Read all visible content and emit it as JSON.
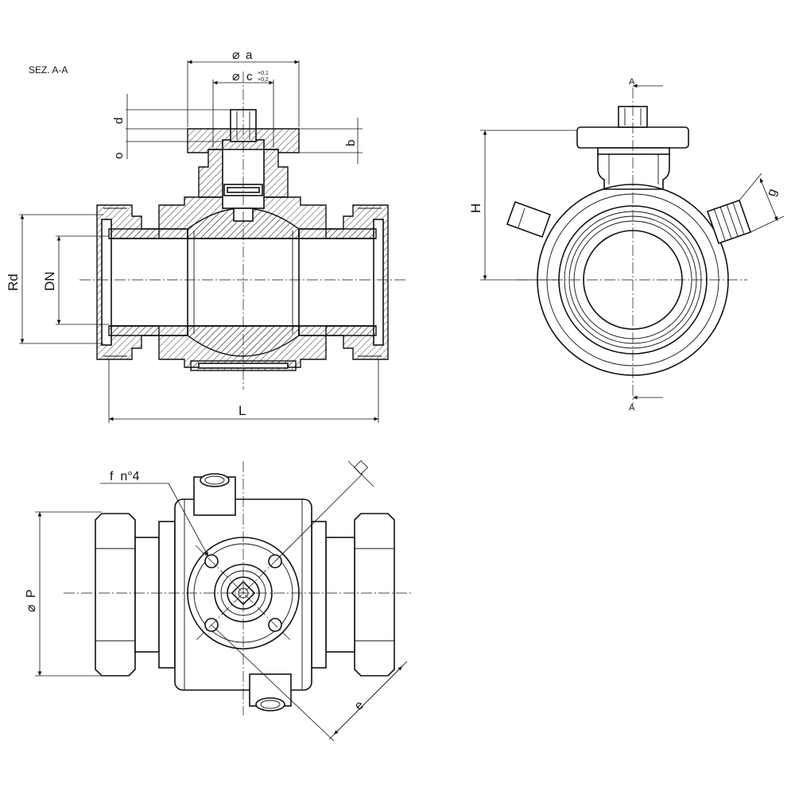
{
  "section_label": "SEZ. A-A",
  "dimensions": {
    "a": "a",
    "c": "c",
    "c_tol_upper": "+0,1",
    "c_tol_lower": "+0,2",
    "d": "d",
    "o": "o",
    "b": "b",
    "Rd": "Rd",
    "DN": "DN",
    "L": "L",
    "H": "H",
    "g": "g",
    "P": "P",
    "e": "e",
    "f_holes": "f  n°4"
  },
  "section_markers": {
    "top": "A",
    "bottom": "A"
  },
  "symbols": {
    "diameter": "⌀"
  }
}
